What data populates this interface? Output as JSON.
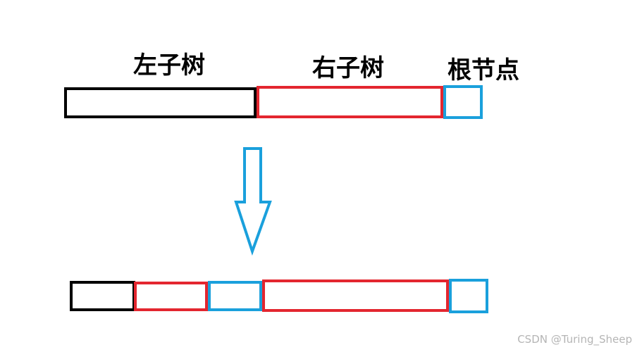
{
  "labels": {
    "left_subtree": "左子树",
    "right_subtree": "右子树",
    "root_node": "根节点"
  },
  "watermark": "CSDN @Turing_Sheep",
  "colors": {
    "left_subtree": "#000000",
    "right_subtree": "#e3262f",
    "root_node": "#1aa0dc",
    "arrow": "#1aa0dc"
  },
  "icons": {
    "arrow": "down-arrow-icon"
  }
}
